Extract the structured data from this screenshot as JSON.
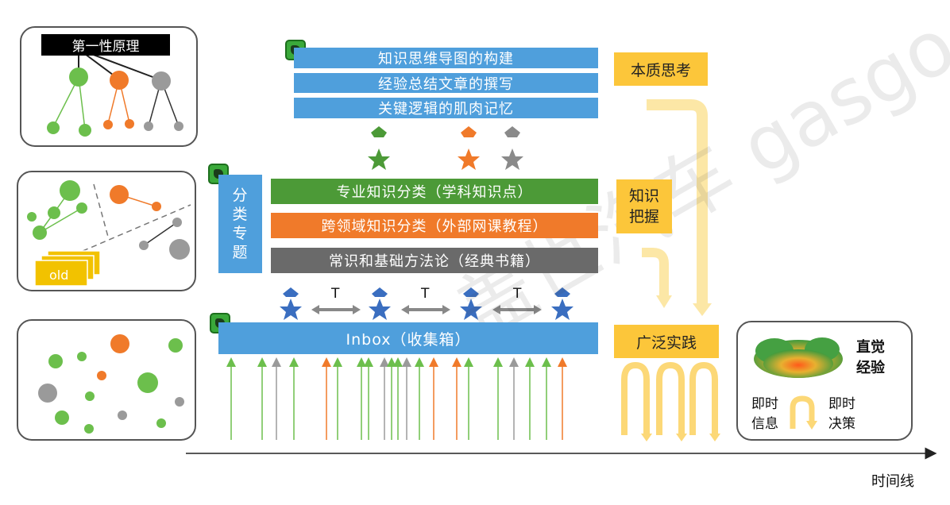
{
  "first_principle_label": "第一性原理",
  "old_label": "old",
  "top_bars": [
    "知识思维导图的构建",
    "经验总结文章的撰写",
    "关键逻辑的肌肉记忆"
  ],
  "side_label": [
    "分",
    "类",
    "专",
    "题"
  ],
  "mid_bars": [
    "专业知识分类（学科知识点）",
    "跨领域知识分类（外部网课教程）",
    "常识和基础方法论（经典书籍）"
  ],
  "t_labels": [
    "T",
    "T",
    "T"
  ],
  "inbox_label": "Inbox（收集箱）",
  "right_boxes": {
    "essence": "本质思考",
    "knowledge": [
      "知识",
      "把握"
    ],
    "practice": "广泛实践"
  },
  "intuition_panel": {
    "title": [
      "直觉",
      "经验"
    ],
    "info": [
      "即时",
      "信息"
    ],
    "decision": [
      "即时",
      "决策"
    ]
  },
  "timeline_label": "时间线",
  "watermark": "盖世汽车 gasgoo",
  "colors": {
    "blue": "#4f9fdc",
    "green": "#4c9a37",
    "orange": "#f07a2a",
    "gray": "#6a6a6a",
    "yellow": "#fcc63a",
    "star_blue": "#3a6ec0"
  }
}
